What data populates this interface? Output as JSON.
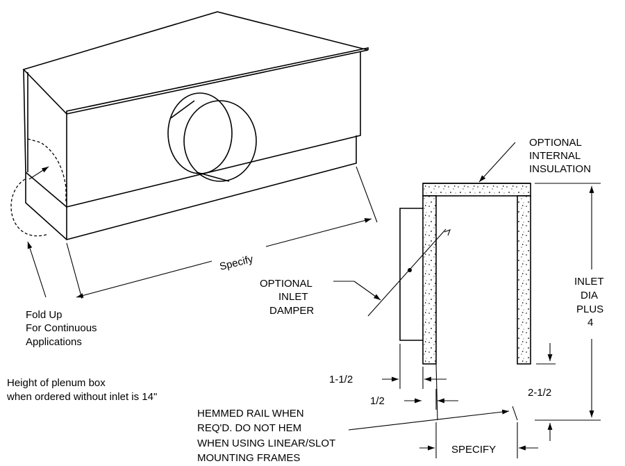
{
  "labels": {
    "specify_length": "Specify",
    "fold_up": [
      "Fold Up",
      "For Continuous",
      "Applications"
    ],
    "height_note": [
      "Height of plenum box",
      "when ordered without inlet is 14\""
    ],
    "optional_insulation": [
      "OPTIONAL",
      "INTERNAL",
      "INSULATION"
    ],
    "optional_damper": [
      "OPTIONAL",
      "INLET",
      "DAMPER"
    ],
    "inlet_dia": [
      "INLET",
      "DIA",
      "PLUS",
      "4"
    ],
    "dim_1_1_2": "1-1/2",
    "dim_1_2": "1/2",
    "dim_2_1_2": "2-1/2",
    "hemmed_rail": [
      "HEMMED RAIL WHEN",
      "REQ'D. DO NOT HEM",
      "WHEN USING LINEAR/SLOT",
      "MOUNTING FRAMES"
    ],
    "specify_width": "SPECIFY"
  }
}
